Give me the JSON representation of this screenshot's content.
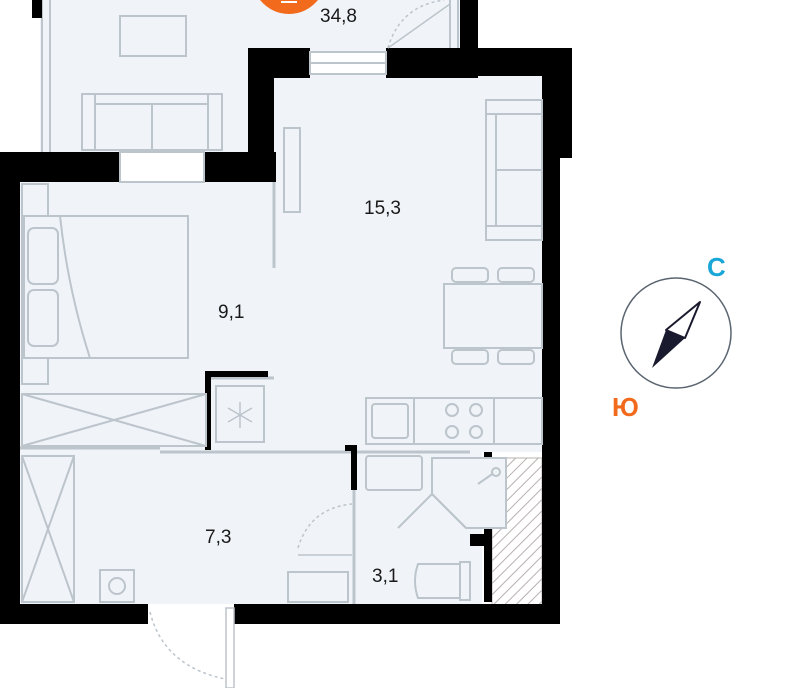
{
  "plan": {
    "total_area": "34,8",
    "rooms": {
      "living": "15,3",
      "bedroom": "9,1",
      "hall": "7,3",
      "bath": "3,1"
    }
  },
  "compass": {
    "north_label": "С",
    "south_label": "Ю",
    "north_color": "#1aa7d8",
    "south_color": "#f26b1d",
    "badge_color": "#f26b1d"
  },
  "colors": {
    "wall": "#000000",
    "floor": "#f0f4f8",
    "furniture": "#bcc4cc"
  }
}
